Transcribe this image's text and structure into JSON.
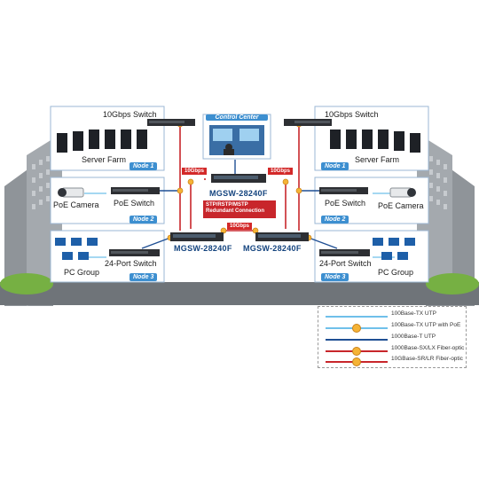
{
  "nodes": {
    "left_top": {
      "switch": "10Gbps Switch",
      "group": "Server Farm",
      "node": "Node 1"
    },
    "left_mid": {
      "camera": "PoE Camera",
      "switch": "PoE Switch",
      "node": "Node 2"
    },
    "left_bot": {
      "group": "PC Group",
      "switch": "24-Port Switch",
      "node": "Node 3"
    },
    "right_top": {
      "switch": "10Gbps Switch",
      "group": "Server Farm",
      "node": "Node 1"
    },
    "right_mid": {
      "switch": "PoE Switch",
      "camera": "PoE Camera",
      "node": "Node 2"
    },
    "right_bot": {
      "switch": "24-Port Switch",
      "group": "PC Group",
      "node": "Node 3"
    }
  },
  "center": {
    "control_center": "Control Center",
    "top_model": "MGSW-28240F",
    "left_model": "MGSW-28240F",
    "right_model": "MGSW-28240F",
    "redundant_lines": [
      "STP/RSTP/MSTP",
      "Redundant Connection"
    ],
    "tag_left": "10Gbps",
    "tag_right": "10Gbps",
    "tag_mid": "10Gbps"
  },
  "legend": [
    {
      "label": "100Base-TX UTP",
      "color": "#6fc0ea",
      "dot": false
    },
    {
      "label": "100Base-TX UTP with PoE",
      "color": "#6fc0ea",
      "dot": true
    },
    {
      "label": "1000Base-T UTP",
      "color": "#1f4f94",
      "dot": false
    },
    {
      "label": "1000Base-SX/LX Fiber-optic",
      "color": "#c8262b",
      "dot": true
    },
    {
      "label": "10GBase-SR/LR Fiber-optic",
      "color": "#c8262b",
      "dot": true
    }
  ],
  "colors": {
    "node_blue": "#3d8fd0",
    "fiber_red": "#c8262b",
    "utp_cyan": "#6fc0ea",
    "gigabit_navy": "#1f4f94",
    "junction": "#f5b335"
  }
}
